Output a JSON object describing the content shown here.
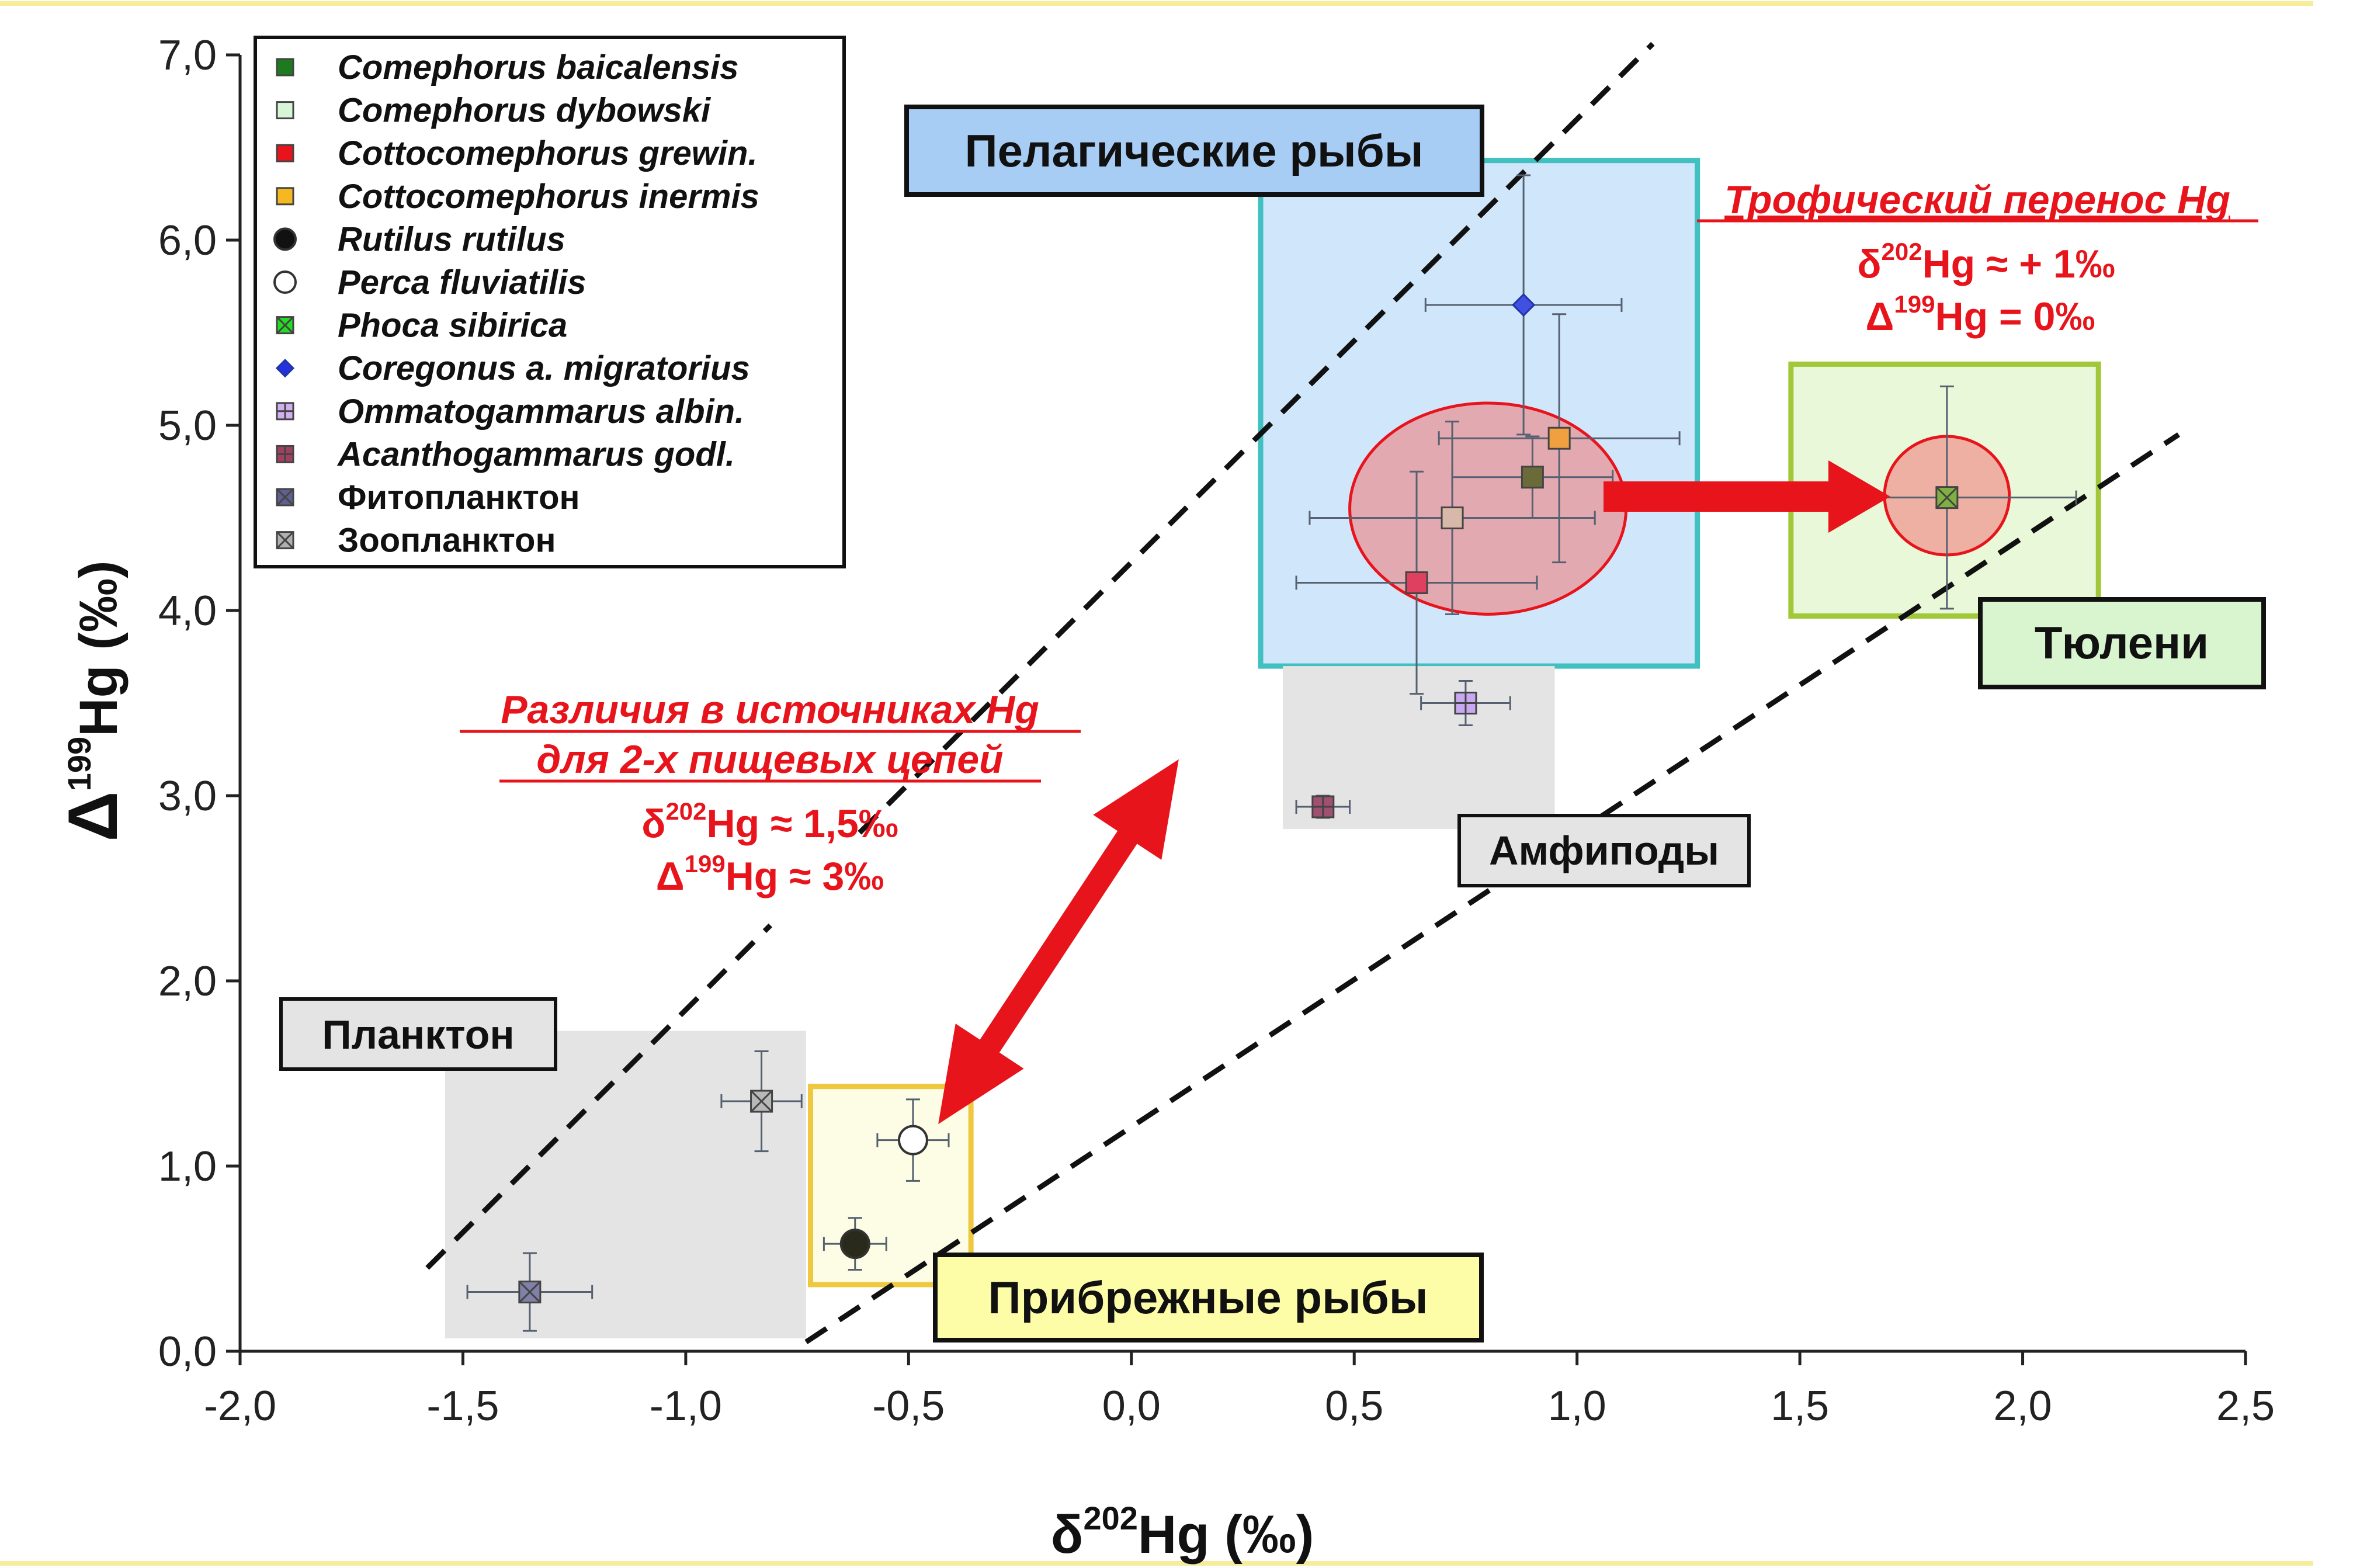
{
  "chart_data": {
    "type": "scatter",
    "xlabel_base": "δ",
    "xlabel_sup": "202",
    "xlabel_rest": "Hg (‰)",
    "ylabel_base": "Δ",
    "ylabel_sup": "199",
    "ylabel_rest": "Hg (‰)",
    "xlim": [
      -2.0,
      2.5
    ],
    "ylim": [
      0.0,
      7.0
    ],
    "x_ticks": [
      "-2,0",
      "-1,5",
      "-1,0",
      "-0,5",
      "0,0",
      "0,5",
      "1,0",
      "1,5",
      "2,0",
      "2,5"
    ],
    "x_tick_values": [
      -2.0,
      -1.5,
      -1.0,
      -0.5,
      0.0,
      0.5,
      1.0,
      1.5,
      2.0,
      2.5
    ],
    "y_ticks": [
      "0,0",
      "1,0",
      "2,0",
      "3,0",
      "4,0",
      "5,0",
      "6,0",
      "7,0"
    ],
    "y_tick_values": [
      0,
      1,
      2,
      3,
      4,
      5,
      6,
      7
    ],
    "series": [
      {
        "name": "Comephorus baicalensis",
        "color": "#6b6b3a",
        "marker": "square",
        "x": 0.9,
        "y": 4.72,
        "xerr": 0.18,
        "yerr": 0.22
      },
      {
        "name": "Comephorus dybowski",
        "color": "#d8b8a8",
        "marker": "square",
        "x": 0.72,
        "y": 4.5,
        "xerr": 0.32,
        "yerr": 0.52
      },
      {
        "name": "Cottocomephorus grewin.",
        "color": "#e04060",
        "marker": "square",
        "x": 0.64,
        "y": 4.15,
        "xerr": 0.27,
        "yerr": 0.6
      },
      {
        "name": "Cottocomephorus inermis",
        "color": "#f0a040",
        "marker": "square",
        "x": 0.96,
        "y": 4.93,
        "xerr": 0.27,
        "yerr": 0.67
      },
      {
        "name": "Rutilus rutilus",
        "color": "#2a2a1a",
        "marker": "circle",
        "x": -0.62,
        "y": 0.58,
        "xerr": 0.07,
        "yerr": 0.14
      },
      {
        "name": "Perca fluviatilis",
        "color": "#ffffff",
        "marker": "circle",
        "x": -0.49,
        "y": 1.14,
        "xerr": 0.08,
        "yerr": 0.22
      },
      {
        "name": "Phoca sibirica",
        "color": "#80b040",
        "marker": "xsquare",
        "x": 1.83,
        "y": 4.61,
        "xerr": 0.29,
        "yerr": 0.6
      },
      {
        "name": "Coregonus a. migratorius",
        "color": "#4050e0",
        "marker": "diamond",
        "x": 0.88,
        "y": 5.65,
        "xerr": 0.22,
        "yerr": 0.7
      },
      {
        "name": "Ommatogammarus albin.",
        "color": "#c8a8f0",
        "marker": "plussquare",
        "x": 0.75,
        "y": 3.5,
        "xerr": 0.1,
        "yerr": 0.12
      },
      {
        "name": "Acanthogammarus godl.",
        "color": "#a05070",
        "marker": "plussquare",
        "x": 0.43,
        "y": 2.94,
        "xerr": 0.06,
        "yerr": 0.06
      },
      {
        "name": "Фитопланктон",
        "color": "#8080a8",
        "marker": "xsquare",
        "x": -1.35,
        "y": 0.32,
        "xerr": 0.14,
        "yerr": 0.21
      },
      {
        "name": "Зоопланктон",
        "color": "#b8b8b8",
        "marker": "xsquare",
        "x": -0.83,
        "y": 1.35,
        "xerr": 0.09,
        "yerr": 0.27
      }
    ],
    "legend_colors": [
      "#1e7a1e",
      "#d8f5d8",
      "#e8141c",
      "#f5b820",
      "#111111",
      "#ffffff",
      "#22dd22",
      "#2233dd",
      "#d0b0f0",
      "#a04060",
      "#606090",
      "#b0b0b0"
    ],
    "regions": [
      {
        "id": "pelagic",
        "x0": 0.29,
        "x1": 1.27,
        "y0": 3.7,
        "y1": 6.43,
        "fill": "#d0e6fa",
        "stroke": "#40c0c0"
      },
      {
        "id": "seals",
        "x0": 1.48,
        "x1": 2.17,
        "y0": 3.97,
        "y1": 5.33,
        "fill": "#e8f8d8",
        "stroke": "#a0c838"
      },
      {
        "id": "amphipods",
        "x0": 0.34,
        "x1": 0.95,
        "y0": 2.82,
        "y1": 3.7,
        "fill": "#e4e4e4",
        "stroke": "none"
      },
      {
        "id": "plankton",
        "x0": -1.54,
        "x1": -0.73,
        "y0": 0.07,
        "y1": 1.73,
        "fill": "#e4e4e4",
        "stroke": "none"
      },
      {
        "id": "coastal",
        "x0": -0.72,
        "x1": -0.36,
        "y0": 0.36,
        "y1": 1.43,
        "fill": "#fdfde6",
        "stroke": "#f0c840"
      }
    ],
    "ellipses": [
      {
        "cx": 0.8,
        "cy": 4.55,
        "rx": 0.31,
        "ry": 0.57
      },
      {
        "cx": 1.83,
        "cy": 4.62,
        "rx": 0.14,
        "ry": 0.32
      }
    ],
    "dashed_lines": [
      {
        "x1": -1.58,
        "y1": 0.45,
        "x2": -0.81,
        "y2": 2.3
      },
      {
        "x1": -0.61,
        "y1": 2.8,
        "x2": 1.17,
        "y2": 7.06
      },
      {
        "x1": -0.73,
        "y1": 0.05,
        "x2": 2.35,
        "y2": 4.95
      }
    ]
  },
  "labels": {
    "pelagic": "Пелагические рыбы",
    "seals": "Тюлени",
    "amphipods": "Амфиподы",
    "plankton": "Планктон",
    "coastal": "Прибрежные рыбы"
  },
  "annotations": {
    "trophic_title": "Трофический перенос Hg",
    "trophic_l1_base": "δ",
    "trophic_l1_sup": "202",
    "trophic_l1_rest": "Hg ≈ + 1‰",
    "trophic_l2_base": "Δ",
    "trophic_l2_sup": "199",
    "trophic_l2_rest": "Hg = 0‰",
    "diff_title1": "Различия в источниках Hg",
    "diff_title2": "для 2-х пищевых цепей",
    "diff_l1_base": "δ",
    "diff_l1_sup": "202",
    "diff_l1_rest": "Hg ≈ 1,5‰",
    "diff_l2_base": "Δ",
    "diff_l2_sup": "199",
    "diff_l2_rest": "Hg ≈ 3‰"
  },
  "colors": {
    "accent_red": "#e8141c",
    "frame_yellow": "#fbf3a8"
  }
}
